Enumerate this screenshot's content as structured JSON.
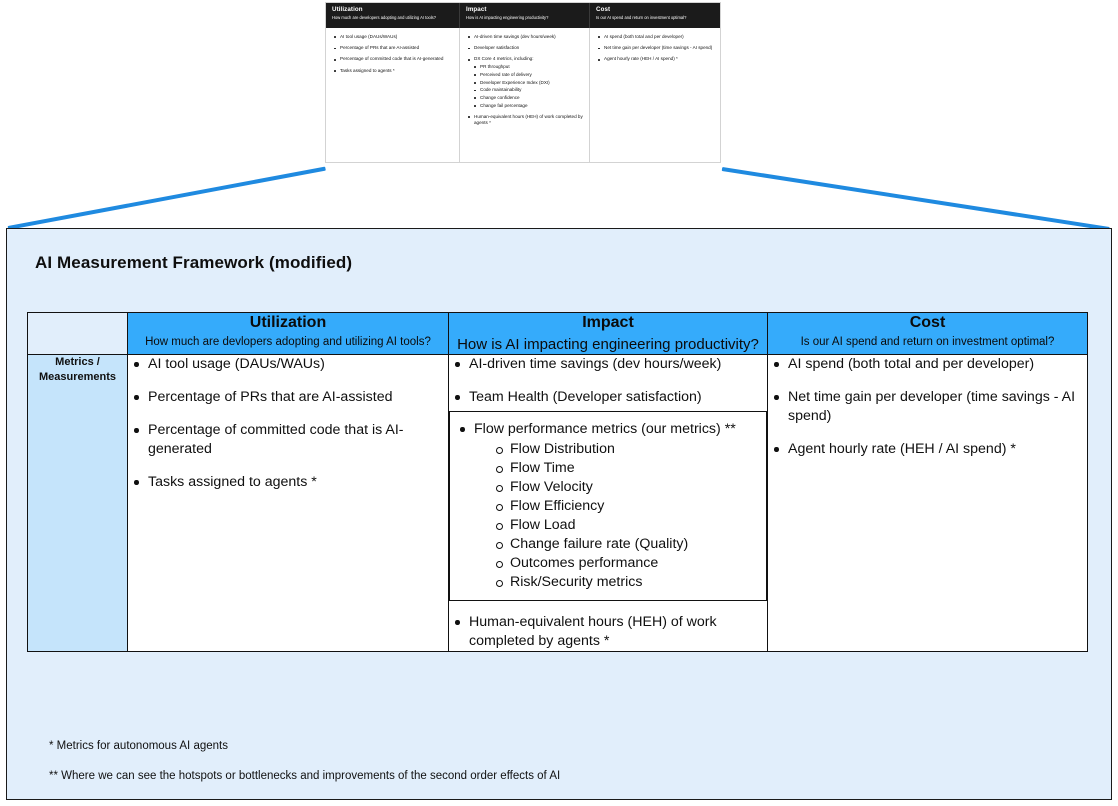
{
  "thumbnail": {
    "columns": [
      {
        "title": "Utilization",
        "subtitle": "How much are developers adopting and utilizing AI tools?",
        "items": [
          "AI tool usage (DAUs/WAUs)",
          "Percentage of PRs that are AI-assisted",
          "Percentage of committed code that is AI-generated",
          "Tasks assigned to agents *"
        ]
      },
      {
        "title": "Impact",
        "subtitle": "How is AI impacting engineering productivity?",
        "items": [
          "AI-driven time savings (dev hours/week)",
          "Developer satisfaction",
          "DX Core 4 metrics, including:"
        ],
        "sub_items": [
          "PR throughput",
          "Perceived rate of delivery",
          "Developer Experience Index (DXI)",
          "Code maintainability",
          "Change confidence",
          "Change fail percentage"
        ],
        "trailing_items": [
          "Human-equivalent hours (HEH) of work completed by agents *"
        ]
      },
      {
        "title": "Cost",
        "subtitle": "Is our AI spend and return on investment optimal?",
        "items": [
          "AI spend (both total and per developer)",
          "Net time gain per developer (time savings - AI spend)",
          "Agent hourly rate (HEH / AI spend) *"
        ]
      }
    ]
  },
  "panel": {
    "title": "AI Measurement Framework (modified)",
    "row_label": "Metrics /\nMeasurements",
    "row_label_line1": "Metrics /",
    "row_label_line2": "Measurements",
    "headers": [
      {
        "title": "Utilization",
        "subtitle": "How much are devlopers adopting and utilizing AI tools?"
      },
      {
        "title": "Impact",
        "subtitle": "How is AI impacting engineering productivity?"
      },
      {
        "title": "Cost",
        "subtitle": "Is our AI spend and return on investment optimal?"
      }
    ],
    "utilization_items": [
      "AI tool usage (DAUs/WAUs)",
      "Percentage of PRs that are AI-assisted",
      "Percentage of committed code that is AI-generated",
      "Tasks assigned to agents *"
    ],
    "impact_items_before_box": [
      "AI-driven time savings (dev hours/week)",
      "Team Health (Developer satisfaction)"
    ],
    "impact_box_heading": "Flow performance metrics (our metrics) **",
    "impact_box_items": [
      "Flow Distribution",
      "Flow Time",
      "Flow Velocity",
      "Flow Efficiency",
      "Flow Load",
      "Change failure rate (Quality)",
      "Outcomes performance",
      "Risk/Security metrics"
    ],
    "impact_items_after_box": [
      "Human-equivalent hours (HEH) of work completed by agents *"
    ],
    "cost_items": [
      "AI spend (both total and per developer)",
      "Net time gain per developer (time savings - AI spend)",
      "Agent hourly rate (HEH / AI spend) *"
    ],
    "footnotes": [
      "* Metrics for autonomous AI agents",
      "** Where we can see the hotspots or bottlenecks and improvements of the second order effects of AI"
    ]
  },
  "colors": {
    "header_blue": "#35abfb",
    "panel_background": "#e1eefb",
    "side_cell_blue": "#c5e4fb",
    "connector_blue": "#1f8ae0",
    "thumbnail_header": "#1b1b1b",
    "border": "#111111"
  }
}
